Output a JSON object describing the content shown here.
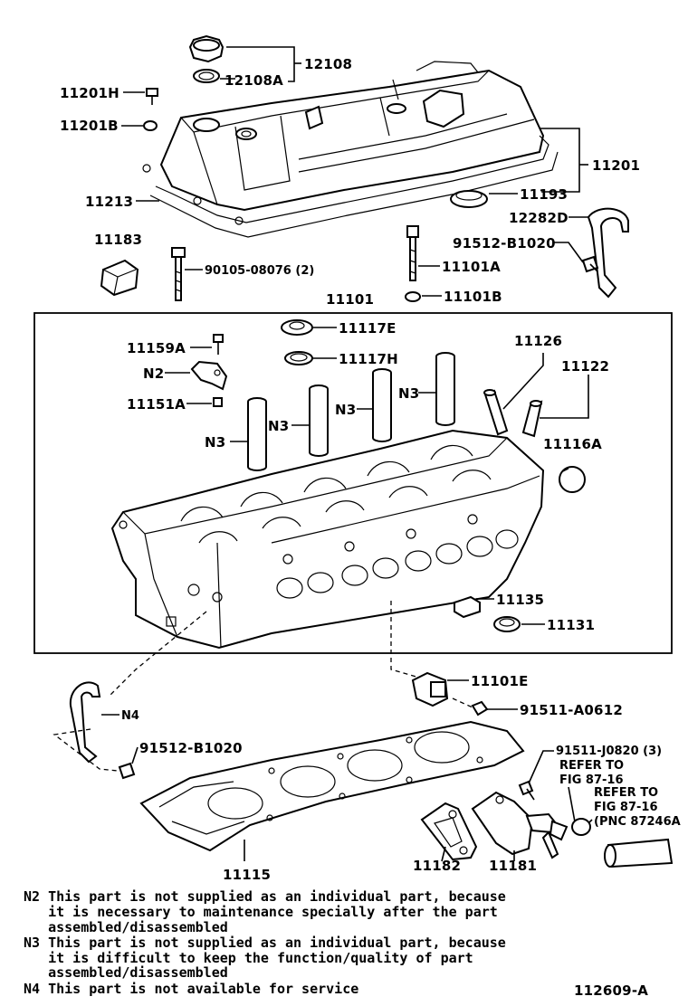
{
  "labels": {
    "p12108": "12108",
    "p12108A": "12108A",
    "p11201H": "11201H",
    "p11201B": "11201B",
    "p11201": "11201",
    "p11213": "11213",
    "p11193": "11193",
    "p12282D": "12282D",
    "p91512B1020a": "91512-B1020",
    "p11183": "11183",
    "p90105": "90105-08076 (2)",
    "p11101A": "11101A",
    "p11101B": "11101B",
    "p11101": "11101",
    "p11117E": "11117E",
    "p11117H": "11117H",
    "p11159A": "11159A",
    "n2": "N2",
    "p11151A": "11151A",
    "n3a": "N3",
    "n3b": "N3",
    "n3c": "N3",
    "n3d": "N3",
    "p11126": "11126",
    "p11122": "11122",
    "p11116A": "11116A",
    "p11135": "11135",
    "p11131": "11131",
    "p11101E": "11101E",
    "p91511A0612": "91511-A0612",
    "n4": "N4",
    "p91512B1020b": "91512-B1020",
    "p91511J0820": "91511-J0820 (3)",
    "refer1a": "REFER TO",
    "refer1b": "FIG 87-16",
    "refer2a": "REFER TO",
    "refer2b": "FIG 87-16",
    "refer2c": "(PNC 87246A",
    "p11115": "11115",
    "p11182": "11182",
    "p11181": "11181"
  },
  "notes": {
    "n2_l1": "N2 This part is not supplied as an individual part, because",
    "n2_l2": "   it is necessary to maintenance specially after the part",
    "n2_l3": "   assembled/disassembled",
    "n3_l1": "N3 This part is not supplied as an individual part, because",
    "n3_l2": "   it is difficult to keep the function/quality of part",
    "n3_l3": "   assembled/disassembled",
    "n4_l1": "N4 This part is not available for service"
  },
  "figure_id": "112609-A"
}
